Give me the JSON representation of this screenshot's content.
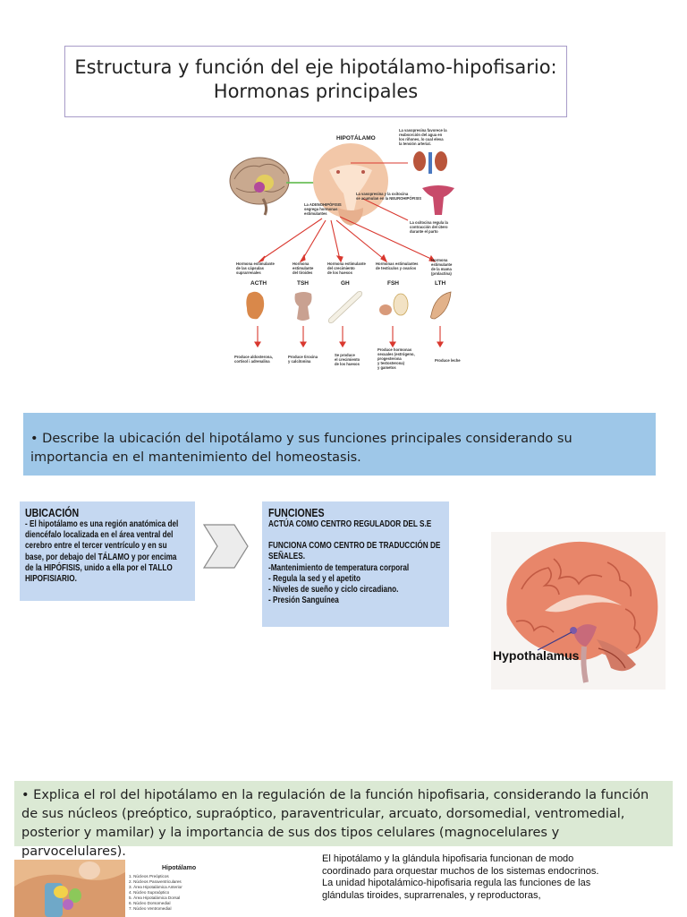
{
  "title": {
    "line1": "Estructura y función del eje hipotálamo-hipofisario:",
    "line2": "Hormonas principales"
  },
  "figure": {
    "hipotalamo_label": "HIPOTÁLAMO",
    "adeno_label": "La ADENOHIPÓFISIS segrega hormonas estimulantes",
    "neuro_label": "La vasopresina y la oxitocina se acumulan en la NEUROHIPÓFISIS",
    "vasopresina_note": "La vasopresina favorece la reabsorción del agua en los riñones, lo cual eleva la tensión arterial.",
    "oxitocina_note": "La oxitocina regula la contracción del útero durante el parto",
    "hormone_codes": [
      "ACTH",
      "TSH",
      "GH",
      "FSH",
      "LTH"
    ],
    "hormone_desc": [
      "Hormona estimulante de las cápsulas suprarrenales",
      "Hormona estimulante del tiroides",
      "Hormona estimulante del crecimiento de los huesos",
      "Hormonas estimulantes de testículos y ovarios",
      "Hormona estimulante de la mama (prolactina)"
    ],
    "hormone_effects": [
      "Produce aldosterona, cortisol i adrenalina",
      "Produce tiroxina y calcitonina",
      "Se produce el crecimiento de los huesos",
      "Produce hormonas sexuales (estrógeno, progesterona y testosterona) y gametos",
      "Produce leche"
    ]
  },
  "question1": "• Describe la ubicación del hipotálamo y sus funciones principales considerando su importancia en el mantenimiento del homeostasis.",
  "ubicacion": {
    "heading": "UBICACIÓN",
    "body": "- El hipotálamo es una región anatómica del diencéfalo localizada  en el área ventral del cerebro  entre el tercer ventrículo y en su base, por debajo del TÁLAMO y por encima de la HIPÓFISIS, unido a ella por el TALLO HIPOFISIARIO."
  },
  "funciones": {
    "heading": "FUNCIONES",
    "line1": "ACTÚA COMO CENTRO REGULADOR DEL S.E",
    "line2": "FUNCIONA COMO CENTRO DE TRADUCCIÓN DE SEÑALES.",
    "items": [
      "-Mantenimiento de temperatura corporal",
      "- Regula la sed y el apetito",
      "- Niveles de sueño y ciclo circadiano.",
      "- Presión Sanguínea"
    ]
  },
  "brain_label": "Hypothalamus",
  "question2": "• Explica el rol del hipotálamo en la regulación de la función hipofisaria, considerando la función de sus núcleos (preóptico, supraóptico, paraventricular, arcuato, dorsomedial, ventromedial, posterior y mamilar) y la importancia de sus dos tipos celulares (magnocelulares y parvocelulares).",
  "thumb": {
    "heading": "Hipotálamo",
    "items": [
      "1.  Núcleos Preópticos",
      "2.  Núcleos Paraventriculares",
      "3.  Área Hipotalámica Anterior",
      "4.  Núcleo Supraóptico",
      "5.  Área Hipotalámica Dorsal",
      "6.  Núcleo Dorsomedial",
      "7.  Núcleo Ventromedial"
    ]
  },
  "bottom_text": "El hipotálamo y la glándula hipofisaria funcionan de modo coordinado para orquestar muchos de los sistemas endocrinos. La unidad hipotalámico-hipofisaria regula las funciones de las glándulas tiroides, suprarrenales, y reproductoras,",
  "colors": {
    "question1_bg": "#9ec7e8",
    "question2_bg": "#dbe9d4",
    "card_bg": "#c5d8f1",
    "title_border": "#a89cc8",
    "arrow_red": "#d9382f"
  }
}
